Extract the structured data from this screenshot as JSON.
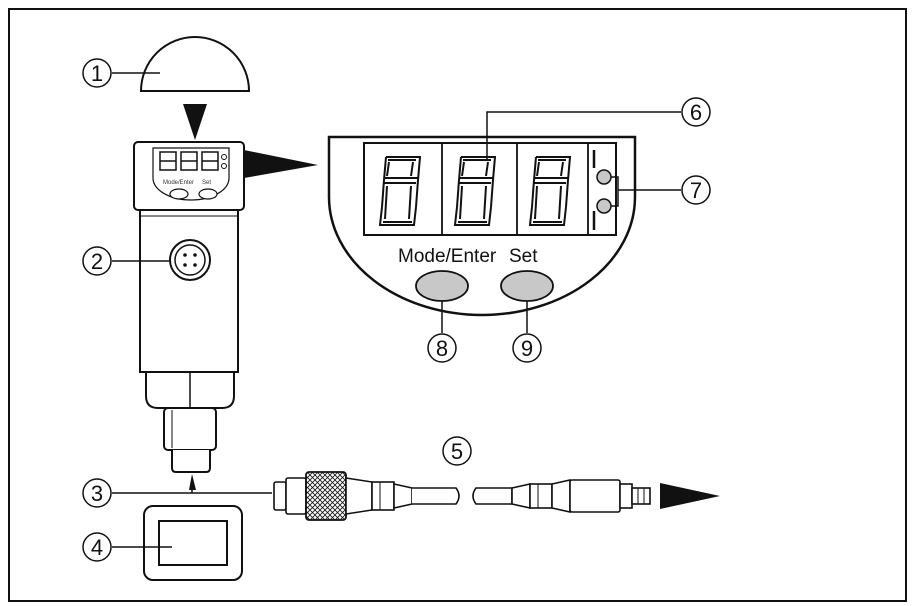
{
  "callouts": [
    {
      "id": "1",
      "label": "①"
    },
    {
      "id": "2",
      "label": "②"
    },
    {
      "id": "3",
      "label": "③"
    },
    {
      "id": "4",
      "label": "④"
    },
    {
      "id": "5",
      "label": "⑤"
    },
    {
      "id": "6",
      "label": "⑥"
    },
    {
      "id": "7",
      "label": "⑦"
    },
    {
      "id": "8",
      "label": "⑧"
    },
    {
      "id": "9",
      "label": "⑨"
    }
  ],
  "display_panel": {
    "mode_enter_label": "Mode/Enter",
    "set_label": "Set"
  },
  "colors": {
    "line": "#111111",
    "button_fill": "#c8c8c8",
    "background": "#ffffff"
  }
}
